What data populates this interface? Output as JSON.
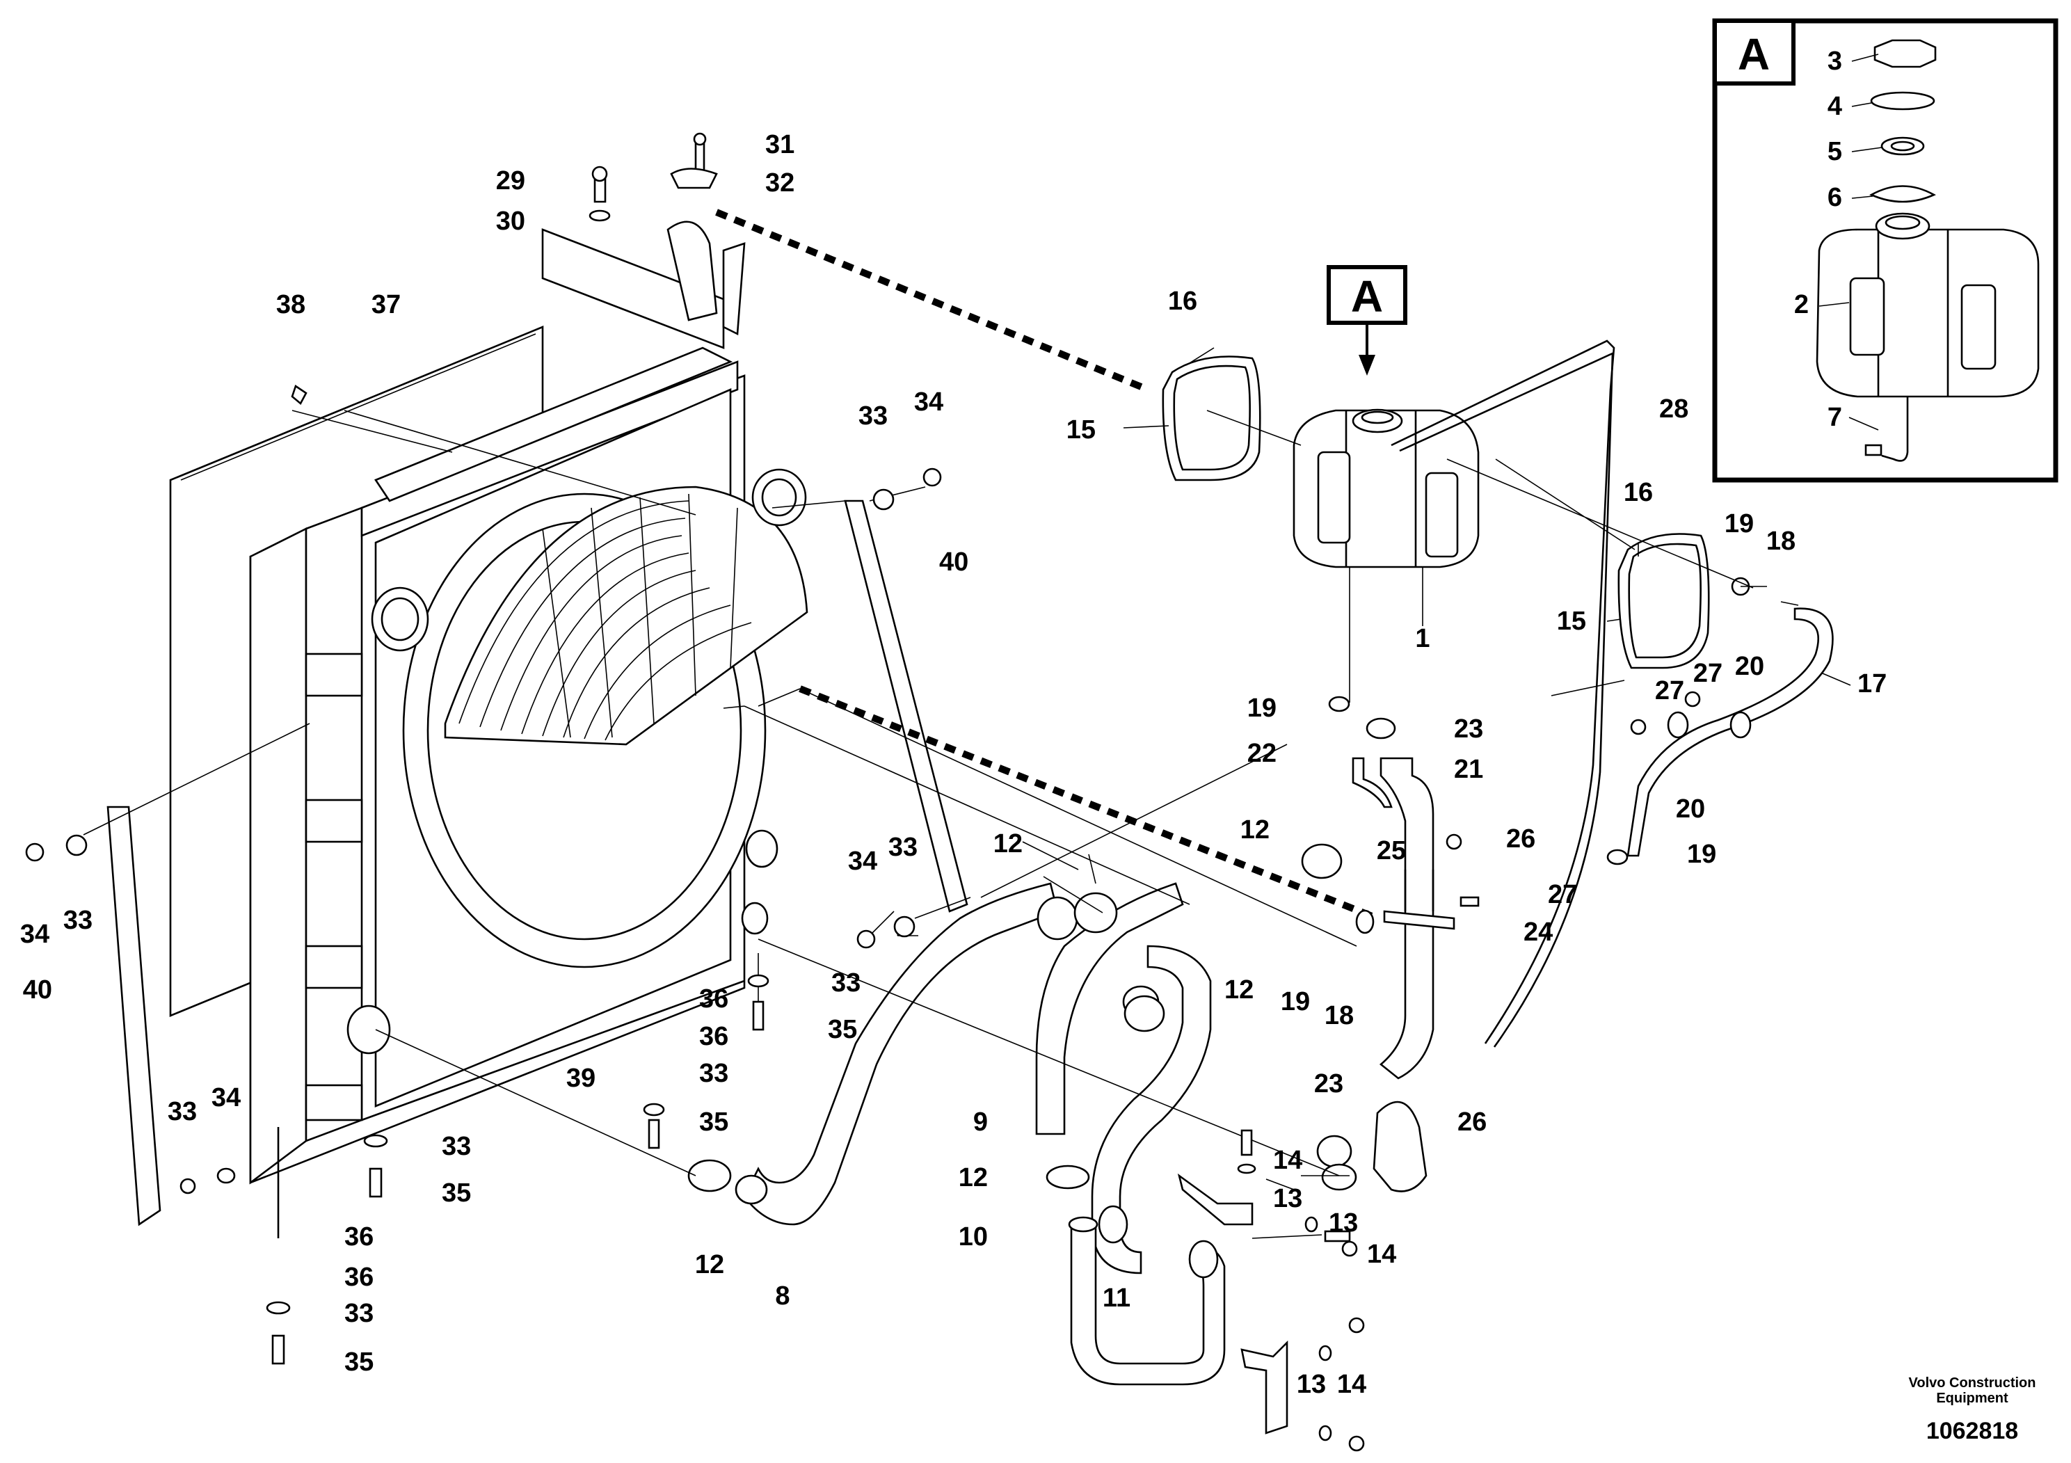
{
  "view_markers": {
    "main": "A",
    "inset": "A"
  },
  "callouts": [
    {
      "id": "c1",
      "text": "1"
    },
    {
      "id": "c2",
      "text": "2"
    },
    {
      "id": "c3",
      "text": "3"
    },
    {
      "id": "c4",
      "text": "4"
    },
    {
      "id": "c5",
      "text": "5"
    },
    {
      "id": "c6",
      "text": "6"
    },
    {
      "id": "c7",
      "text": "7"
    },
    {
      "id": "c8",
      "text": "8"
    },
    {
      "id": "c9",
      "text": "9"
    },
    {
      "id": "c10",
      "text": "10"
    },
    {
      "id": "c11",
      "text": "11"
    },
    {
      "id": "c12a",
      "text": "12"
    },
    {
      "id": "c12b",
      "text": "12"
    },
    {
      "id": "c12c",
      "text": "12"
    },
    {
      "id": "c12d",
      "text": "12"
    },
    {
      "id": "c12e",
      "text": "12"
    },
    {
      "id": "c13a",
      "text": "13"
    },
    {
      "id": "c13b",
      "text": "13"
    },
    {
      "id": "c13c",
      "text": "13"
    },
    {
      "id": "c14a",
      "text": "14"
    },
    {
      "id": "c14b",
      "text": "14"
    },
    {
      "id": "c14c",
      "text": "14"
    },
    {
      "id": "c15a",
      "text": "15"
    },
    {
      "id": "c15b",
      "text": "15"
    },
    {
      "id": "c16a",
      "text": "16"
    },
    {
      "id": "c16b",
      "text": "16"
    },
    {
      "id": "c17",
      "text": "17"
    },
    {
      "id": "c18a",
      "text": "18"
    },
    {
      "id": "c18b",
      "text": "18"
    },
    {
      "id": "c19a",
      "text": "19"
    },
    {
      "id": "c19b",
      "text": "19"
    },
    {
      "id": "c19c",
      "text": "19"
    },
    {
      "id": "c19d",
      "text": "19"
    },
    {
      "id": "c20a",
      "text": "20"
    },
    {
      "id": "c20b",
      "text": "20"
    },
    {
      "id": "c21",
      "text": "21"
    },
    {
      "id": "c22",
      "text": "22"
    },
    {
      "id": "c23a",
      "text": "23"
    },
    {
      "id": "c23b",
      "text": "23"
    },
    {
      "id": "c24",
      "text": "24"
    },
    {
      "id": "c25",
      "text": "25"
    },
    {
      "id": "c26a",
      "text": "26"
    },
    {
      "id": "c26b",
      "text": "26"
    },
    {
      "id": "c27a",
      "text": "27"
    },
    {
      "id": "c27b",
      "text": "27"
    },
    {
      "id": "c27c",
      "text": "27"
    },
    {
      "id": "c28",
      "text": "28"
    },
    {
      "id": "c29",
      "text": "29"
    },
    {
      "id": "c30",
      "text": "30"
    },
    {
      "id": "c31",
      "text": "31"
    },
    {
      "id": "c32",
      "text": "32"
    },
    {
      "id": "c33a",
      "text": "33"
    },
    {
      "id": "c33b",
      "text": "33"
    },
    {
      "id": "c33c",
      "text": "33"
    },
    {
      "id": "c33d",
      "text": "33"
    },
    {
      "id": "c33e",
      "text": "33"
    },
    {
      "id": "c33f",
      "text": "33"
    },
    {
      "id": "c33g",
      "text": "33"
    },
    {
      "id": "c33h",
      "text": "33"
    },
    {
      "id": "c34a",
      "text": "34"
    },
    {
      "id": "c34b",
      "text": "34"
    },
    {
      "id": "c34c",
      "text": "34"
    },
    {
      "id": "c34d",
      "text": "34"
    },
    {
      "id": "c35a",
      "text": "35"
    },
    {
      "id": "c35b",
      "text": "35"
    },
    {
      "id": "c35c",
      "text": "35"
    },
    {
      "id": "c35d",
      "text": "35"
    },
    {
      "id": "c36a",
      "text": "36"
    },
    {
      "id": "c36b",
      "text": "36"
    },
    {
      "id": "c36c",
      "text": "36"
    },
    {
      "id": "c36d",
      "text": "36"
    },
    {
      "id": "c37",
      "text": "37"
    },
    {
      "id": "c38",
      "text": "38"
    },
    {
      "id": "c39",
      "text": "39"
    },
    {
      "id": "c40a",
      "text": "40"
    },
    {
      "id": "c40b",
      "text": "40"
    }
  ],
  "footer": {
    "maker_line1": "Volvo Construction",
    "maker_line2": "Equipment",
    "document_number": "1062818"
  }
}
